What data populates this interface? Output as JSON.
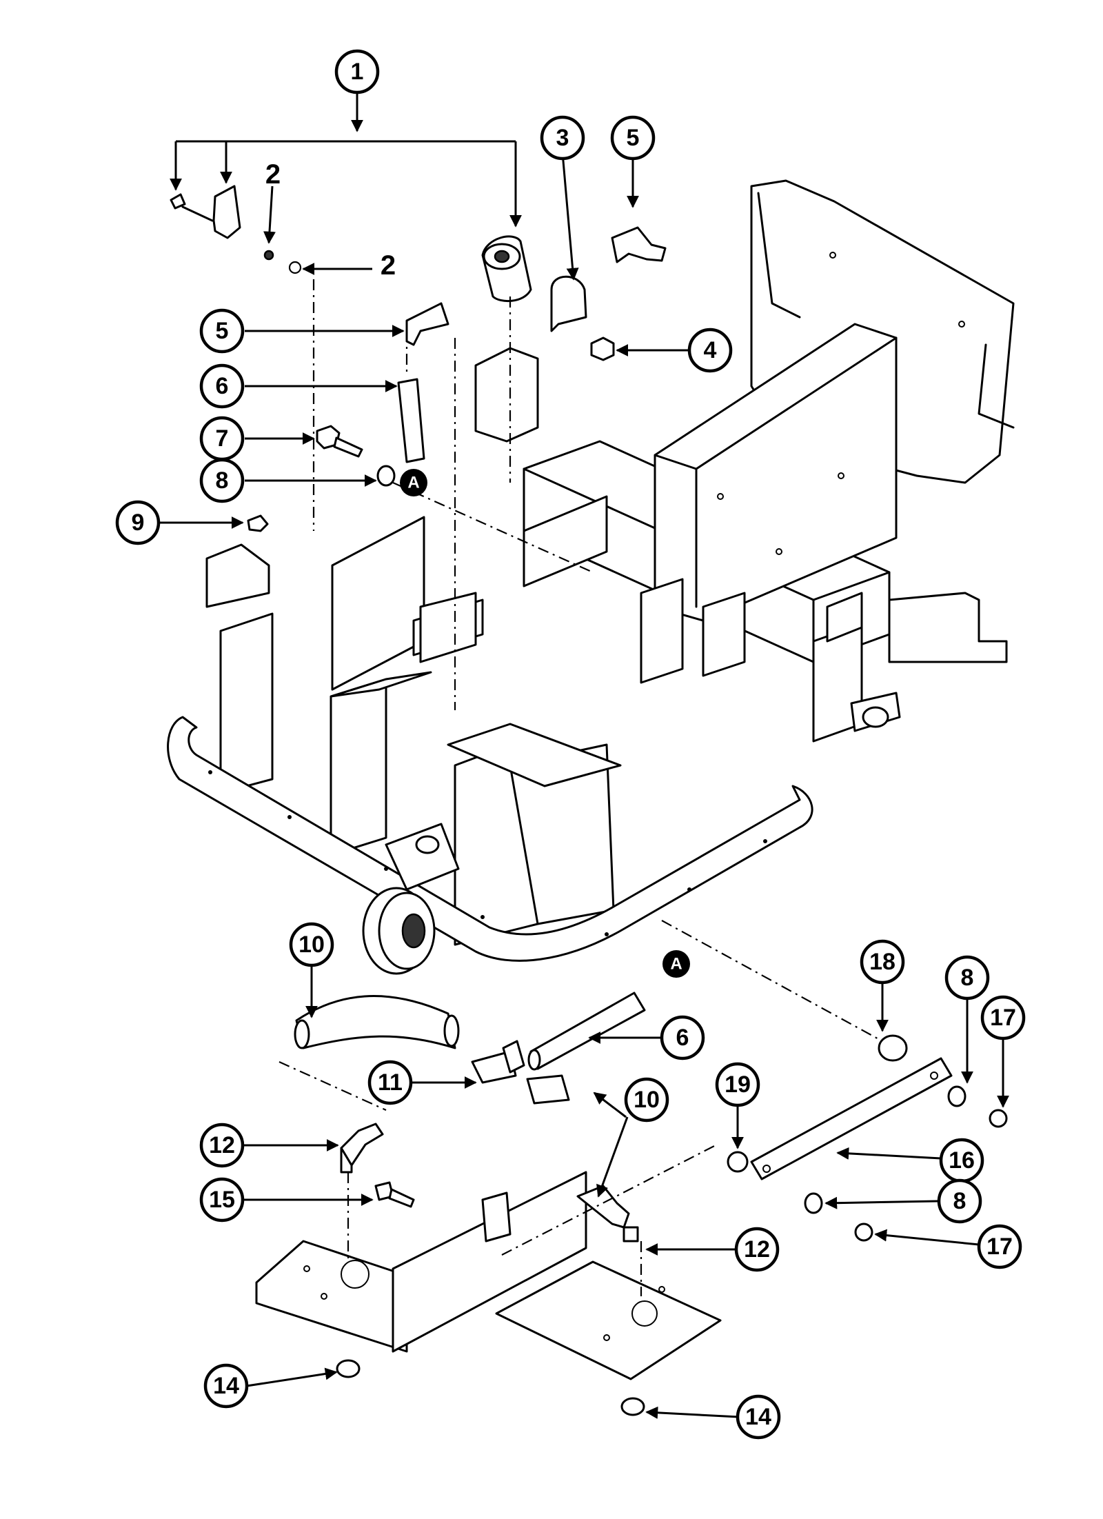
{
  "callouts": {
    "c1": "1",
    "c3": "3",
    "c5a": "5",
    "c5b": "5",
    "c4": "4",
    "c6a": "6",
    "c7": "7",
    "c8a": "8",
    "c9": "9",
    "c10a": "10",
    "c18": "18",
    "c8b": "8",
    "c17a": "17",
    "c6b": "6",
    "c11": "11",
    "c10b": "10",
    "c19": "19",
    "c12a": "12",
    "c16": "16",
    "c15": "15",
    "c8c": "8",
    "c12b": "12",
    "c17b": "17",
    "c14a": "14",
    "c14b": "14"
  },
  "plain_labels": {
    "p2a": "2",
    "p2b": "2"
  },
  "refs": {
    "a1": "A",
    "a2": "A"
  }
}
